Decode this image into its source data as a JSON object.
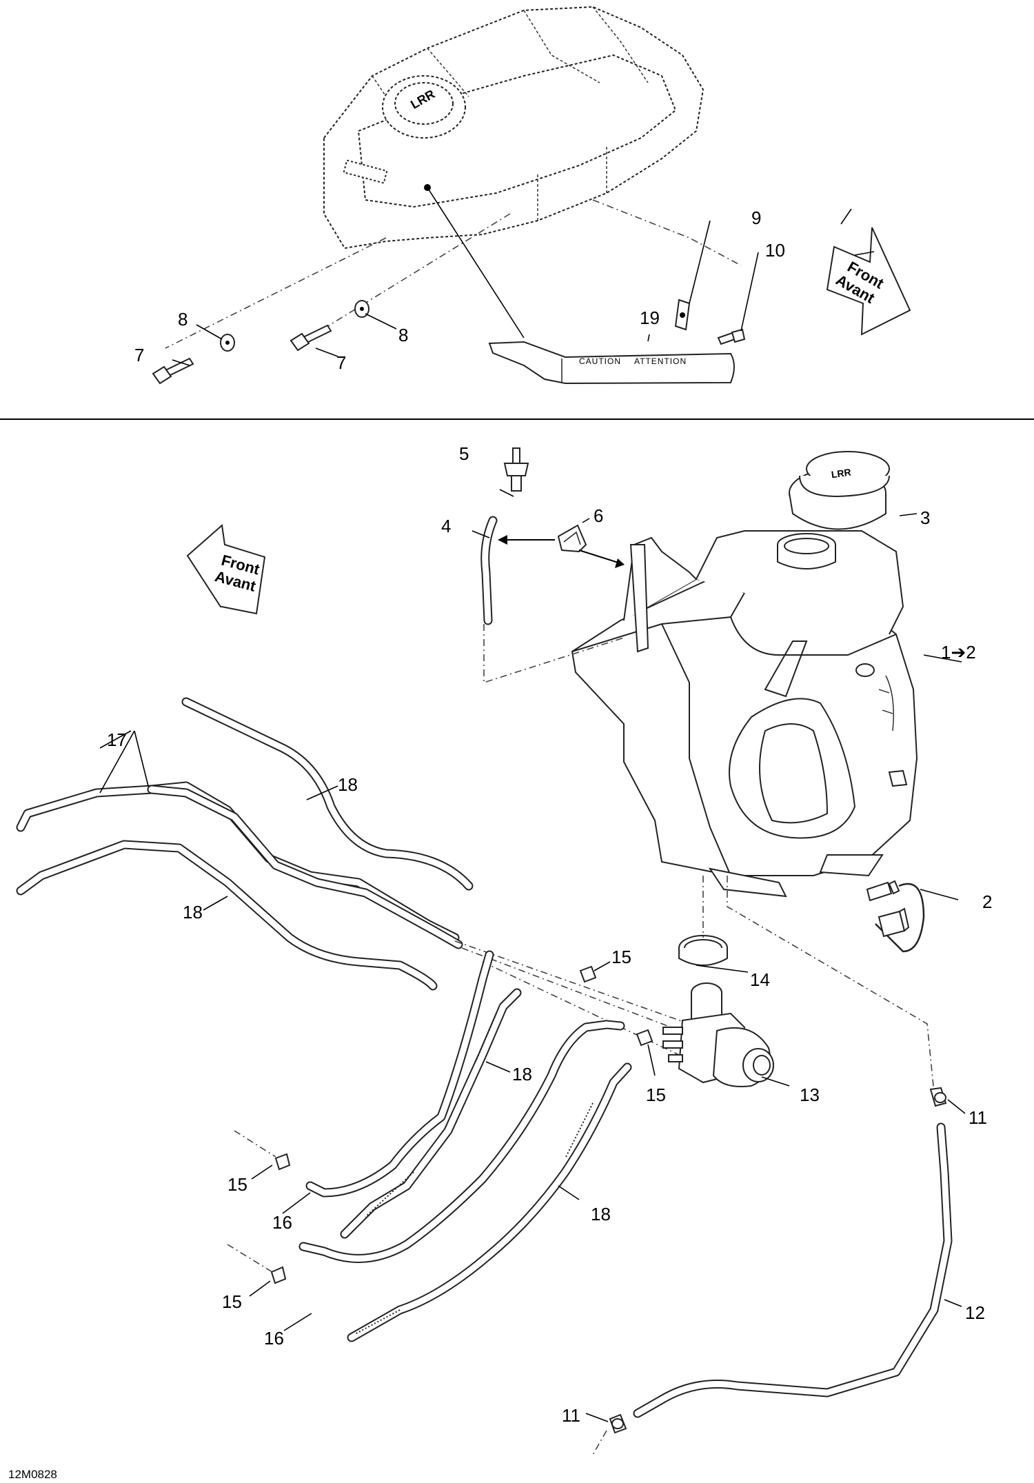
{
  "figure": {
    "reference": "12M0828",
    "direction_top": {
      "line1": "Front",
      "line2": "Avant"
    },
    "direction_bottom": {
      "line1": "Front",
      "line2": "Avant"
    },
    "decal": {
      "caution": "CAUTION",
      "attention": "ATTENTION"
    },
    "cap_text": "LRR"
  },
  "callouts": [
    {
      "id": "c1",
      "text": "1➔2"
    },
    {
      "id": "c2",
      "text": "2"
    },
    {
      "id": "c3",
      "text": "3"
    },
    {
      "id": "c4",
      "text": "4"
    },
    {
      "id": "c5",
      "text": "5"
    },
    {
      "id": "c6",
      "text": "6"
    },
    {
      "id": "c7a",
      "text": "7"
    },
    {
      "id": "c7b",
      "text": "7"
    },
    {
      "id": "c8a",
      "text": "8"
    },
    {
      "id": "c8b",
      "text": "8"
    },
    {
      "id": "c9",
      "text": "9"
    },
    {
      "id": "c10",
      "text": "10"
    },
    {
      "id": "c11a",
      "text": "11"
    },
    {
      "id": "c11b",
      "text": "11"
    },
    {
      "id": "c12",
      "text": "12"
    },
    {
      "id": "c13",
      "text": "13"
    },
    {
      "id": "c14",
      "text": "14"
    },
    {
      "id": "c15a",
      "text": "15"
    },
    {
      "id": "c15b",
      "text": "15"
    },
    {
      "id": "c15c",
      "text": "15"
    },
    {
      "id": "c15d",
      "text": "15"
    },
    {
      "id": "c16a",
      "text": "16"
    },
    {
      "id": "c16b",
      "text": "16"
    },
    {
      "id": "c17",
      "text": "17"
    },
    {
      "id": "c18a",
      "text": "18"
    },
    {
      "id": "c18b",
      "text": "18"
    },
    {
      "id": "c18c",
      "text": "18"
    },
    {
      "id": "c18d",
      "text": "18"
    },
    {
      "id": "c19",
      "text": "19"
    }
  ]
}
